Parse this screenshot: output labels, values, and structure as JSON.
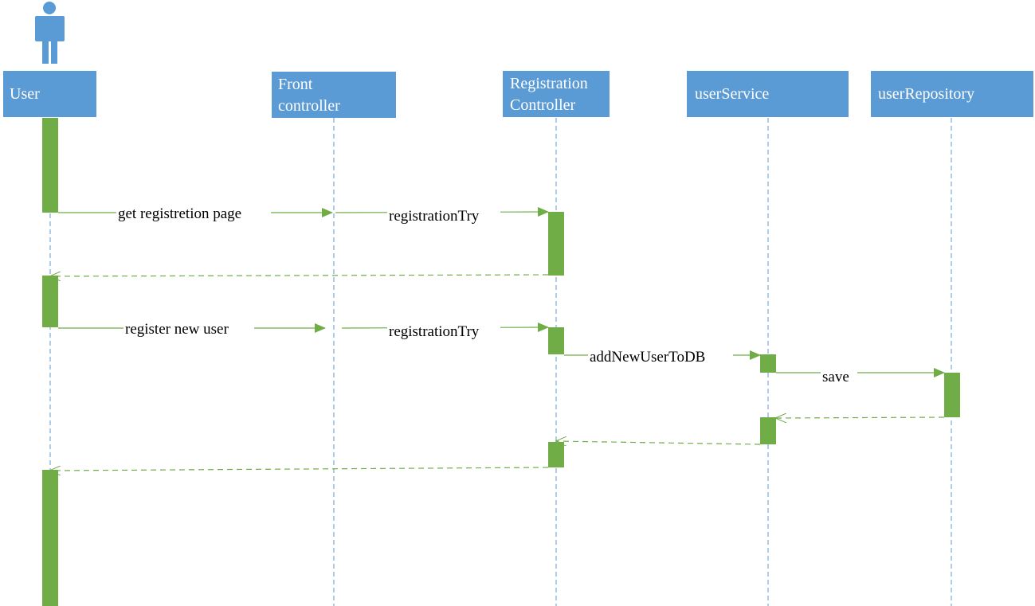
{
  "colors": {
    "header_fill": "#5B9BD5",
    "header_text": "#ffffff",
    "lifeline": "#5B9BD5",
    "activation": "#70AD47",
    "message": "#70AD47",
    "actor": "#5B9BD5",
    "message_text": "#000000"
  },
  "actor_icon": "person-icon",
  "participants": [
    {
      "id": "user",
      "label": "User"
    },
    {
      "id": "front-controller",
      "label": "Front controller"
    },
    {
      "id": "registration-controller",
      "label": "Registration Controller"
    },
    {
      "id": "user-service",
      "label": "userService"
    },
    {
      "id": "user-repository",
      "label": "userRepository"
    }
  ],
  "messages": [
    {
      "label": "get registretion page",
      "from": "user",
      "to": "front-controller",
      "kind": "call"
    },
    {
      "label": "registrationTry",
      "from": "front-controller",
      "to": "registration-controller",
      "kind": "call"
    },
    {
      "label": "",
      "from": "registration-controller",
      "to": "user",
      "kind": "return"
    },
    {
      "label": "register new user",
      "from": "user",
      "to": "front-controller",
      "kind": "call"
    },
    {
      "label": "registrationTry",
      "from": "front-controller",
      "to": "registration-controller",
      "kind": "call"
    },
    {
      "label": "addNewUserToDB",
      "from": "registration-controller",
      "to": "user-service",
      "kind": "call"
    },
    {
      "label": "save",
      "from": "user-service",
      "to": "user-repository",
      "kind": "call"
    },
    {
      "label": "",
      "from": "user-repository",
      "to": "user-service",
      "kind": "return"
    },
    {
      "label": "",
      "from": "user-service",
      "to": "registration-controller",
      "kind": "return"
    },
    {
      "label": "",
      "from": "registration-controller",
      "to": "user",
      "kind": "return"
    }
  ]
}
